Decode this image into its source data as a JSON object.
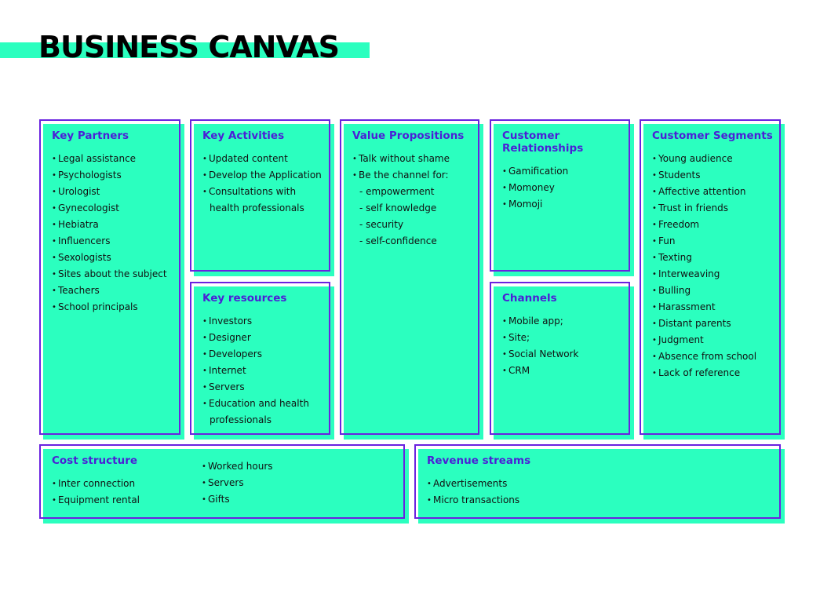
{
  "page_title": "BUSINESS CANVAS",
  "colors": {
    "accent_fill": "#2bffbf",
    "frame": "#6a22e0",
    "heading": "#4b1fd6"
  },
  "blocks": {
    "key_partners": {
      "title": "Key Partners",
      "items": [
        "Legal assistance",
        "Psychologists",
        "Urologist",
        "Gynecologist",
        "Hebiatra",
        "Influencers",
        "Sexologists",
        "Sites about the subject",
        "Teachers",
        "School principals"
      ]
    },
    "key_activities": {
      "title": "Key Activities",
      "items": [
        "Updated content",
        "Develop the Application",
        "Consultations with",
        "health professionals"
      ]
    },
    "key_resources": {
      "title": "Key resources",
      "items": [
        "Investors",
        "Designer",
        "Developers",
        "Internet",
        "Servers",
        "Education and health",
        "professionals"
      ]
    },
    "value_propositions": {
      "title": "Value Propositions",
      "items": [
        "Talk without shame",
        "Be the channel for:",
        "- empowerment",
        "- self knowledge",
        "- security",
        "- self-confidence"
      ]
    },
    "customer_relationships": {
      "title": "Customer Relationships",
      "items": [
        "Gamification",
        "Momoney",
        "Momoji"
      ]
    },
    "channels": {
      "title": "Channels",
      "items": [
        "Mobile app;",
        "Site;",
        "Social Network",
        "CRM"
      ]
    },
    "customer_segments": {
      "title": "Customer Segments",
      "items": [
        "Young audience",
        "Students",
        "Affective attention",
        "Trust in friends",
        "Freedom",
        "Fun",
        "Texting",
        "Interweaving",
        "Bulling",
        "Harassment",
        "Distant parents",
        "Judgment",
        "Absence from school",
        "Lack of reference"
      ]
    },
    "cost_structure": {
      "title": "Cost structure",
      "items_left": [
        "Inter connection",
        "Equipment rental"
      ],
      "items_right": [
        "Worked hours",
        "Servers",
        "Gifts"
      ]
    },
    "revenue_streams": {
      "title": "Revenue streams",
      "items": [
        "Advertisements",
        "Micro transactions"
      ]
    }
  }
}
